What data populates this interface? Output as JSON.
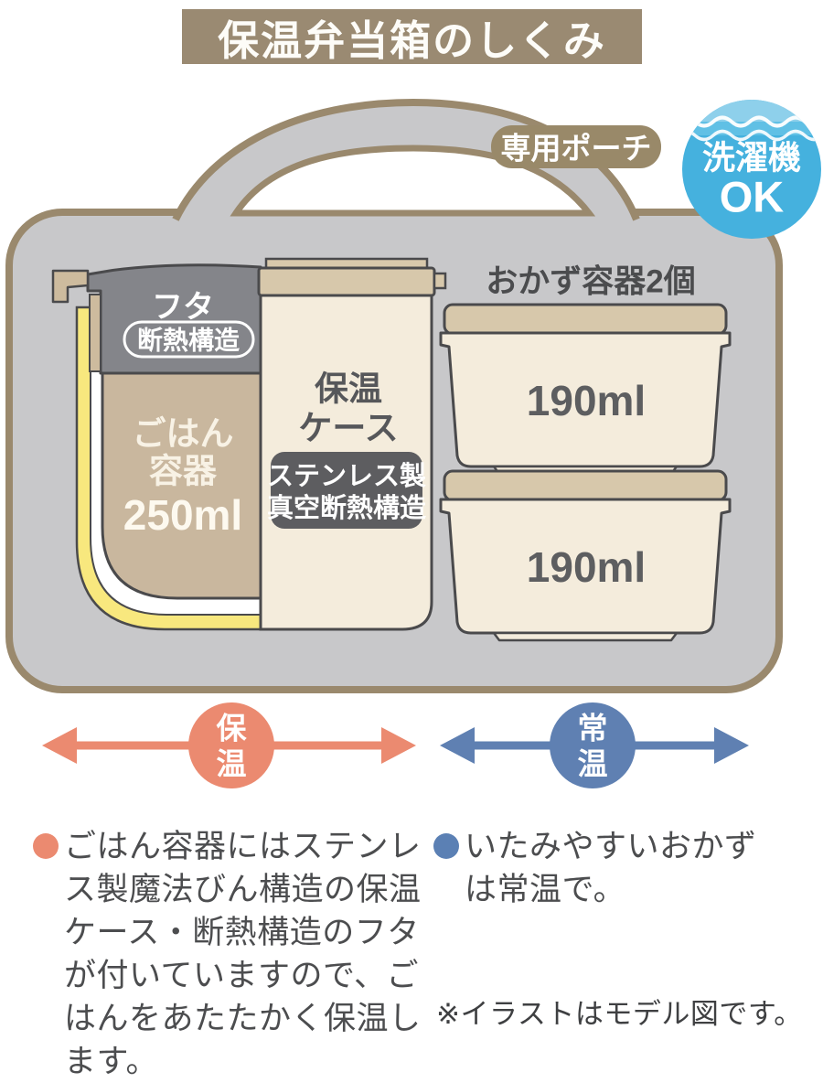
{
  "title": "保温弁当箱のしくみ",
  "pouch": {
    "label": "専用ポーチ",
    "washer_badge": {
      "line1": "洗濯機",
      "line2": "OK"
    }
  },
  "diagram": {
    "side_containers_label": "おかず容器2個",
    "lid": {
      "label": "フタ",
      "feature": "断熱構造"
    },
    "rice_container": {
      "line1": "ごはん",
      "line2": "容器",
      "capacity": "250ml"
    },
    "thermal_case": {
      "line1": "保温",
      "line2": "ケース",
      "feature_line1": "ステンレス製",
      "feature_line2": "真空断熱構造"
    },
    "side_container_1_capacity": "190ml",
    "side_container_2_capacity": "190ml"
  },
  "arrows": {
    "warm": {
      "chars": [
        "保",
        "温"
      ],
      "color": "#eb8a70"
    },
    "room": {
      "chars": [
        "常",
        "温"
      ],
      "color": "#5f80b2"
    }
  },
  "notes": {
    "warm_note": "ごはん容器にはステンレス製魔法びん構造の保温ケース・断熱構造のフタが付いていますので、ごはんをあたたかく保温します。",
    "room_note": "いたみやすいおかずは常温で。",
    "disclaimer": "※イラストはモデル図です。"
  },
  "colors": {
    "brown": "#9a8a72",
    "bag_gray": "#c8c8ca",
    "cream": "#f4ecdc",
    "lid_tan": "#d7c8ab",
    "rice_tan": "#c9b79e",
    "lid_gray": "#84858a",
    "insulation_yellow": "#f8e87e",
    "warm_orange": "#eb8a70",
    "room_blue": "#5f80b2",
    "washer_sky_blue": "#45b1de",
    "badge_dark": "#5d5d60"
  }
}
